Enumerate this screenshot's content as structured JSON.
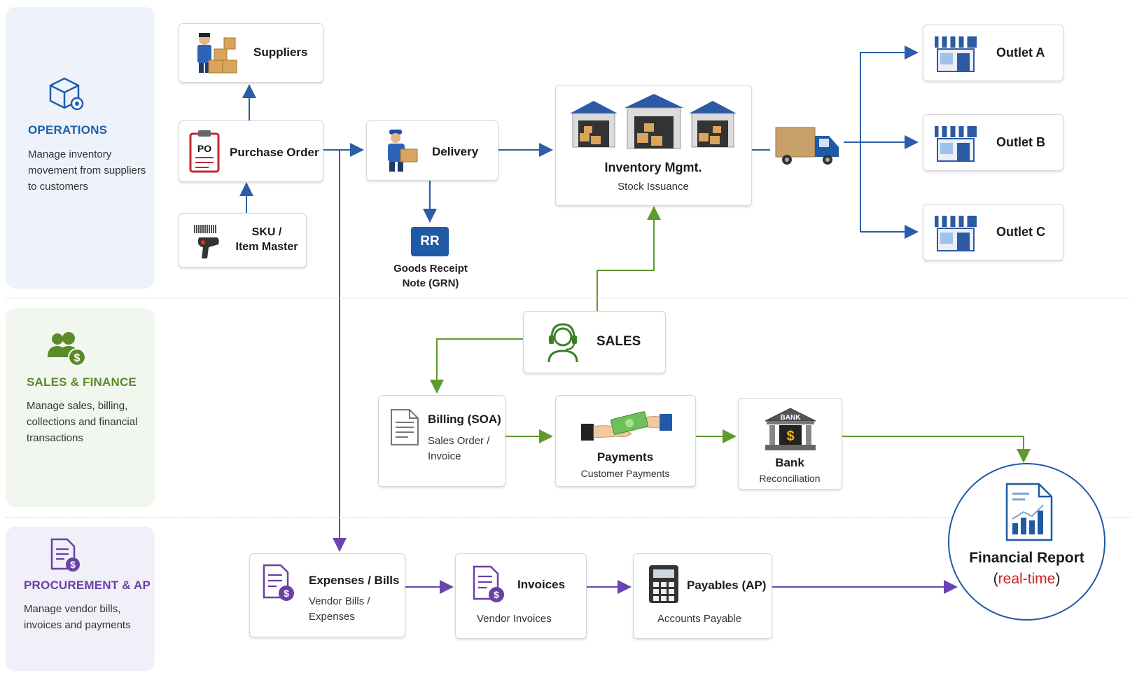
{
  "lanes": {
    "operations": {
      "title": "OPERATIONS",
      "desc": "Manage inventory movement from suppliers to customers",
      "color": "#1c5fa8"
    },
    "sales_finance": {
      "title": "SALES & FINANCE",
      "desc": "Manage sales, billing, collections and financial transactions",
      "color": "#5b8a2a"
    },
    "procurement": {
      "title": "PROCUREMENT & AP",
      "desc": "Manage vendor bills, invoices and payments",
      "color": "#6a3fa6"
    }
  },
  "nodes": {
    "suppliers": {
      "title": "Suppliers"
    },
    "purchase_order": {
      "title": "Purchase Order",
      "badge": "PO"
    },
    "sku": {
      "line1": "SKU /",
      "line2": "Item Master"
    },
    "delivery": {
      "title": "Delivery"
    },
    "grn": {
      "badge": "RR",
      "line1": "Goods Receipt",
      "line2": "Note (GRN)"
    },
    "inventory": {
      "title": "Inventory Mgmt.",
      "sub": "Stock Issuance"
    },
    "outlet_a": {
      "title": "Outlet A"
    },
    "outlet_b": {
      "title": "Outlet B"
    },
    "outlet_c": {
      "title": "Outlet C"
    },
    "sales": {
      "title": "SALES"
    },
    "billing": {
      "title": "Billing (SOA)",
      "sub1": "Sales Order /",
      "sub2": "Invoice"
    },
    "payments": {
      "title": "Payments",
      "sub": "Customer Payments"
    },
    "bank": {
      "badge": "BANK",
      "title": "Bank",
      "sub": "Reconciliation"
    },
    "financial_report": {
      "title": "Financial Report",
      "sub_open": "(",
      "sub_mid": "real-time",
      "sub_close": ")"
    },
    "expenses": {
      "title": "Expenses / Bills",
      "sub1": "Vendor Bills /",
      "sub2": "Expenses"
    },
    "invoices": {
      "title": "Invoices",
      "sub": "Vendor Invoices"
    },
    "payables": {
      "title": "Payables (AP)",
      "sub": "Accounts Payable"
    }
  },
  "colors": {
    "ops_flow": "#2a5ea8",
    "sales_flow": "#5e9a2e",
    "ap_flow": "#6a44b0",
    "report_ring": "#1f5aa6",
    "realtime": "#d21f1f"
  }
}
